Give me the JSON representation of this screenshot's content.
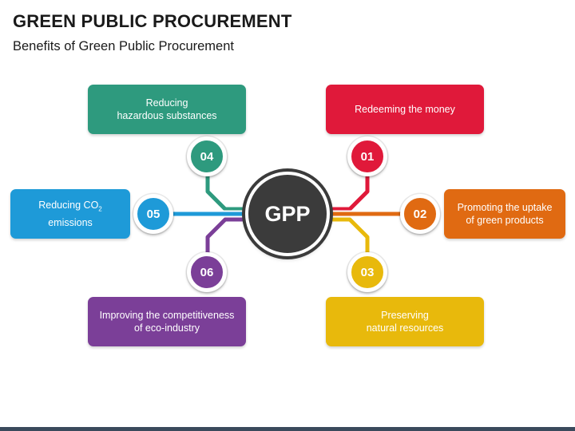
{
  "header": {
    "title": "GREEN PUBLIC PROCUREMENT",
    "subtitle": "Benefits of Green Public Procurement"
  },
  "hub": {
    "label": "GPP",
    "color": "#3b3b3b"
  },
  "items": [
    {
      "number": "01",
      "text": "Redeeming the money",
      "color": "#e0193a"
    },
    {
      "number": "02",
      "text": "Promoting the uptake\nof green products",
      "color": "#e06a12"
    },
    {
      "number": "03",
      "text": "Preserving\nnatural resources",
      "color": "#e8b90c"
    },
    {
      "number": "04",
      "text": "Reducing\nhazardous substances",
      "color": "#2e9a7e"
    },
    {
      "number": "05",
      "text_parts": [
        "Reducing CO",
        "2",
        "\nemissions"
      ],
      "color": "#1e9ad8"
    },
    {
      "number": "06",
      "text": "Improving the competitiveness\nof eco-industry",
      "color": "#7b3f98"
    }
  ]
}
